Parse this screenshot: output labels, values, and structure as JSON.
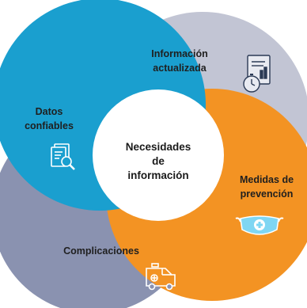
{
  "diagram": {
    "center": {
      "lines": [
        "Necesidades",
        "de",
        "información"
      ]
    },
    "segments": [
      {
        "id": "datos",
        "lines": [
          "Datos",
          "confiables"
        ],
        "color": "#1a9fcf",
        "icon": "document-magnifier-icon"
      },
      {
        "id": "informacion",
        "lines": [
          "Información",
          "actualizada"
        ],
        "color": "#c2c5d4",
        "icon": "report-stopwatch-icon"
      },
      {
        "id": "medidas",
        "lines": [
          "Medidas de",
          "prevención"
        ],
        "color": "#f39323",
        "icon": "face-mask-icon"
      },
      {
        "id": "complicaciones",
        "lines": [
          "Complicaciones"
        ],
        "color": "#8a92b0",
        "icon": "ambulance-icon"
      }
    ]
  }
}
